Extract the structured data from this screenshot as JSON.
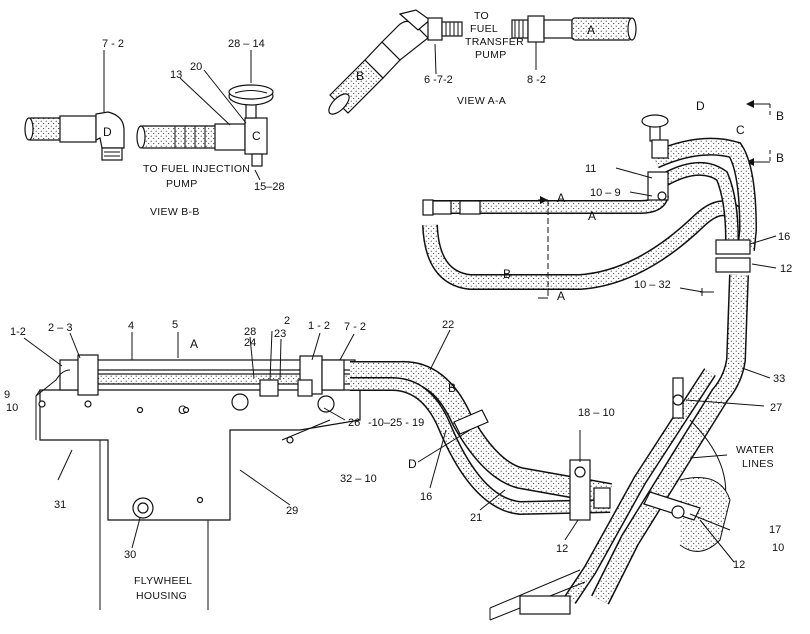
{
  "callouts": [
    {
      "id": "c-7-2a",
      "text": "7 - 2"
    },
    {
      "id": "c-28-14",
      "text": "28 – 14"
    },
    {
      "id": "c-20",
      "text": "20"
    },
    {
      "id": "c-13",
      "text": "13"
    },
    {
      "id": "c-15-28",
      "text": "15–28"
    },
    {
      "id": "c-6-7-2",
      "text": "6 -7-2"
    },
    {
      "id": "c-8-2",
      "text": "8 -2"
    },
    {
      "id": "c-11",
      "text": "11"
    },
    {
      "id": "c-10-9",
      "text": "10 – 9"
    },
    {
      "id": "c-16a",
      "text": "16"
    },
    {
      "id": "c-12a",
      "text": "12"
    },
    {
      "id": "c-10-32",
      "text": "10 – 32"
    },
    {
      "id": "c-33",
      "text": "33"
    },
    {
      "id": "c-27",
      "text": "27"
    },
    {
      "id": "c-1-2a",
      "text": "1-2"
    },
    {
      "id": "c-2-3",
      "text": "2 – 3"
    },
    {
      "id": "c-4",
      "text": "4"
    },
    {
      "id": "c-5",
      "text": "5"
    },
    {
      "id": "c-28",
      "text": "28"
    },
    {
      "id": "c-24",
      "text": "24"
    },
    {
      "id": "c-2",
      "text": "2"
    },
    {
      "id": "c-23",
      "text": "23"
    },
    {
      "id": "c-1-2b",
      "text": "1 - 2"
    },
    {
      "id": "c-7-2b",
      "text": "7 - 2"
    },
    {
      "id": "c-22",
      "text": "22"
    },
    {
      "id": "c-9",
      "text": "9"
    },
    {
      "id": "c-10a",
      "text": "10"
    },
    {
      "id": "c-26",
      "text": "26"
    },
    {
      "id": "c-10-25-19",
      "text": "-10–25 - 19"
    },
    {
      "id": "c-18-10",
      "text": "18 – 10"
    },
    {
      "id": "c-32-10",
      "text": "32 – 10"
    },
    {
      "id": "c-16b",
      "text": "16"
    },
    {
      "id": "c-31",
      "text": "31"
    },
    {
      "id": "c-29",
      "text": "29"
    },
    {
      "id": "c-21",
      "text": "21"
    },
    {
      "id": "c-12b",
      "text": "12"
    },
    {
      "id": "c-30",
      "text": "30"
    },
    {
      "id": "c-17",
      "text": "17"
    },
    {
      "id": "c-10b",
      "text": "10"
    },
    {
      "id": "c-12c",
      "text": "12"
    }
  ],
  "letters": {
    "A": "A",
    "B": "B",
    "C": "C",
    "D": "D"
  },
  "captions": {
    "view_bb": "VIEW B-B",
    "view_aa": "VIEW A-A",
    "to_injection_1": "TO FUEL INJECTION",
    "to_injection_2": "PUMP",
    "to_transfer_1": "TO",
    "to_transfer_2": "FUEL",
    "to_transfer_3": "TRANSFER",
    "to_transfer_4": "PUMP",
    "water_1": "WATER",
    "water_2": "LINES",
    "flywheel_1": "FLYWHEEL",
    "flywheel_2": "HOUSING"
  }
}
